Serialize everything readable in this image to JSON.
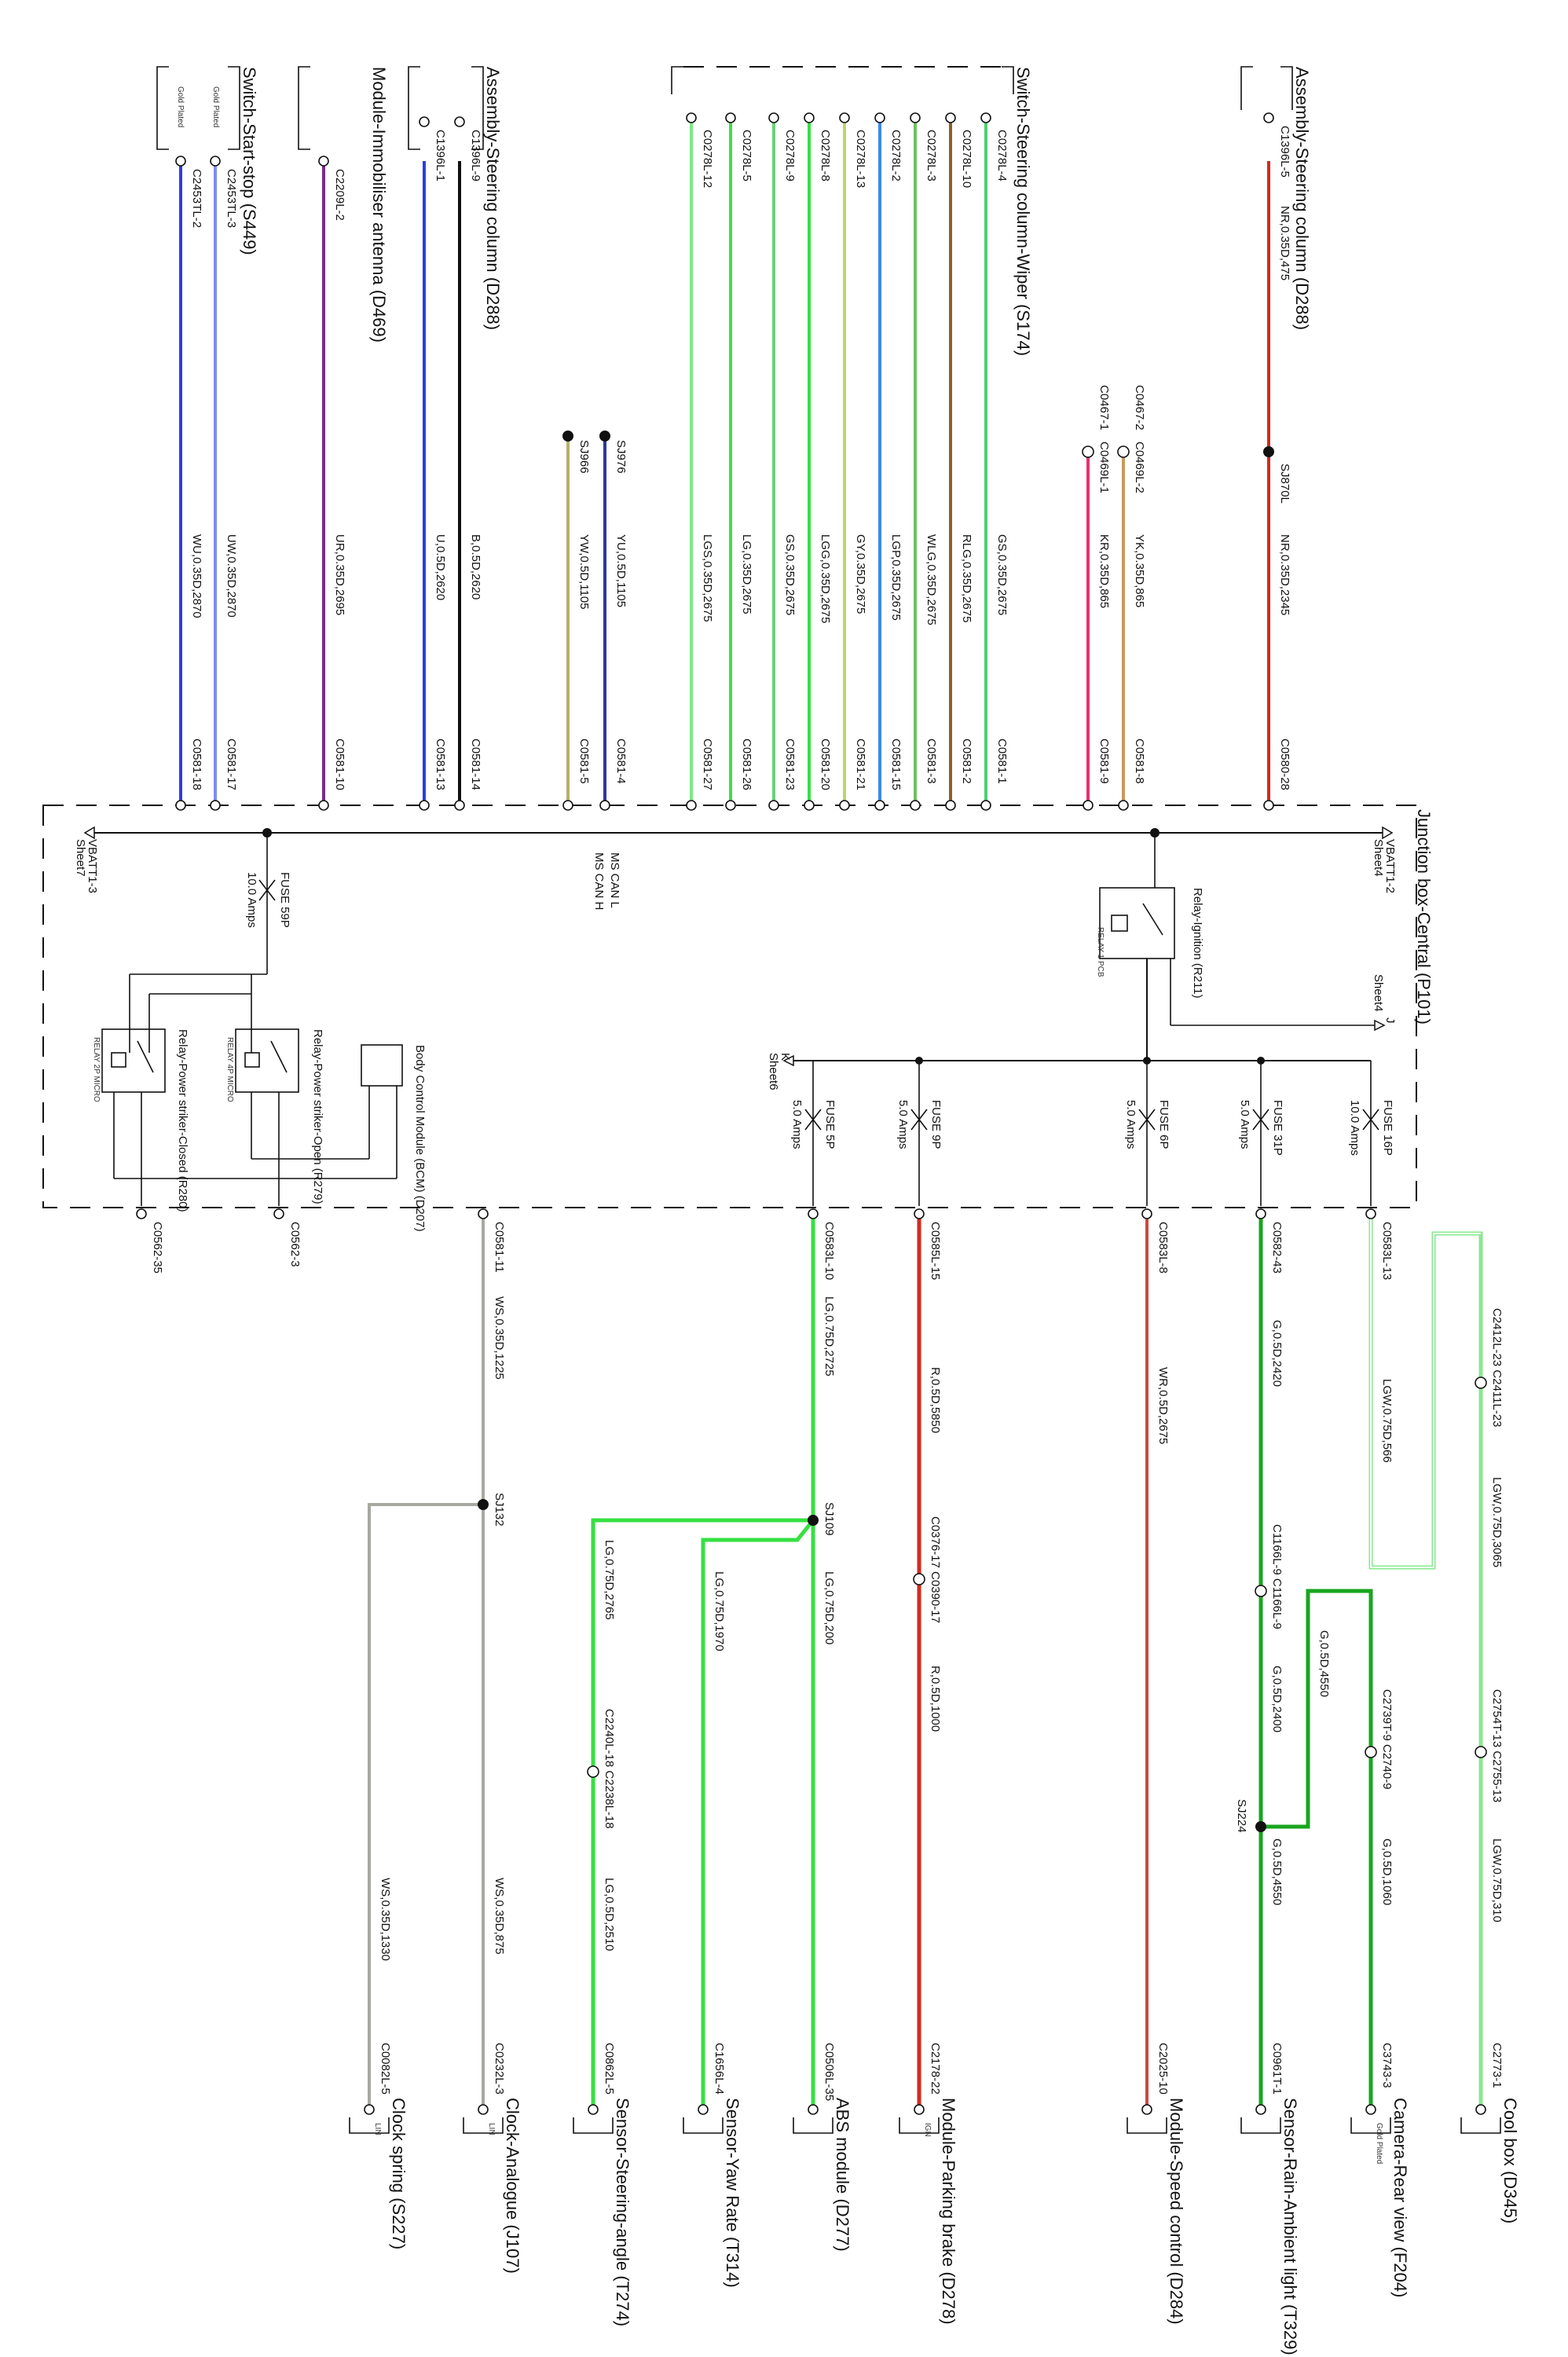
{
  "colors": {
    "red": "#d42a1c",
    "green": "#36e042",
    "dark_green": "#19a51f",
    "light_green": "#8ae88e",
    "blue": "#2f3de0",
    "light_blue": "#7f8ee8",
    "purple": "#7a2a8c",
    "black": "#111111",
    "brown": "#8a6228",
    "tan": "#c79a5e",
    "pink": "#e83070",
    "gray": "#a8a8a0",
    "olive": "#b7b06a"
  },
  "components": {
    "switch_start_stop": {
      "name": "Switch-Start-stop (S449)",
      "note1": "Gold Plated",
      "note2": "Gold Plated"
    },
    "immobiliser": {
      "name": "Module-Immobiliser antenna (D469)"
    },
    "steering_col_left": {
      "name": "Assembly-Steering column (D288)"
    },
    "wiper_switch": {
      "name": "Switch-Steering column-Wiper (S174)"
    },
    "steering_col_right": {
      "name": "Assembly-Steering column (D288)"
    },
    "junction_box": {
      "name": "Junction box-Central (P101)"
    },
    "relay_ignition": {
      "name": "Relay-Ignition (R211)",
      "sub": "RELAY 1 PCB"
    },
    "bcm": {
      "name": "Body Control Module (BCM) (D207)"
    },
    "relay_open": {
      "name": "Relay-Power striker-Open (R279)",
      "sub": "RELAY 4P MICRO"
    },
    "relay_closed": {
      "name": "Relay-Power striker-Closed (R280)",
      "sub": "RELAY 2P MICRO"
    },
    "cool_box": {
      "name": "Cool box (D345)"
    },
    "camera_rear": {
      "name": "Camera-Rear view (F204)",
      "note": "Gold Plated"
    },
    "sensor_rain": {
      "name": "Sensor-Rain-Ambient light (T329)"
    },
    "speed_control": {
      "name": "Module-Speed control (D284)"
    },
    "parking_brake": {
      "name": "Module-Parking brake (D278)",
      "tag": "IGN"
    },
    "abs": {
      "name": "ABS module (D277)"
    },
    "yaw_rate": {
      "name": "Sensor-Yaw Rate (T314)"
    },
    "steering_angle": {
      "name": "Sensor-Steering-angle (T274)"
    },
    "clock_analogue": {
      "name": "Clock-Analogue (J107)",
      "tag": "LIN"
    },
    "clock_spring": {
      "name": "Clock spring (S227)",
      "tag": "LIN"
    }
  },
  "junction": {
    "vbatt_2": "VBATT1-2",
    "vbatt_2_sheet": "Sheet4",
    "vbatt_3": "VBATT1-3",
    "vbatt_3_sheet": "Sheet7",
    "j_label": "J",
    "j_sheet": "Sheet4",
    "k_label": "K",
    "k_sheet": "Sheet6",
    "ms_can_l": "MS CAN L",
    "ms_can_h": "MS CAN H",
    "fuse_59p": "FUSE 59P",
    "fuse_59p_amps": "10.0 Amps",
    "fuse_16p": "FUSE 16P",
    "fuse_16p_amps": "10.0 Amps",
    "fuse_31p": "FUSE 31P",
    "fuse_31p_amps": "5.0 Amps",
    "fuse_6p": "FUSE 6P",
    "fuse_6p_amps": "5.0 Amps",
    "fuse_9p": "FUSE 9P",
    "fuse_9p_amps": "5.0 Amps",
    "fuse_5p": "FUSE 5P",
    "fuse_5p_amps": "5.0 Amps"
  },
  "upper": {
    "ss_pin1": "C2453TL-3",
    "ss_pin2": "C2453TL-2",
    "ss_wire1": "UW,0.35D,2870",
    "ss_wire2": "WU,0.35D,2870",
    "ss_jb1": "C0581-17",
    "ss_jb2": "C0581-18",
    "imm_pin": "C2209L-2",
    "imm_wire": "UR,0.35D,2695",
    "imm_jb": "C0581-10",
    "sc_pin1": "C1396L-9",
    "sc_pin2": "C1396L-1",
    "sc_wire1": "B,0.5D,2620",
    "sc_wire2": "U,0.5D,2620",
    "sc_jb1": "C0581-14",
    "sc_jb2": "C0581-13",
    "sj976": "SJ976",
    "sj966": "SJ966",
    "can_wire1": "YU,0.5D,1105",
    "can_wire2": "YW,0.5D,1105",
    "can_jb1": "C0581-4",
    "can_jb2": "C0581-5",
    "wiper": [
      {
        "pin": "C0278L-4",
        "wire": "GS,0.35D,2675",
        "jb": "C0581-1"
      },
      {
        "pin": "C0278L-10",
        "wire": "RLG,0.35D,2675",
        "jb": "C0581-2"
      },
      {
        "pin": "C0278L-3",
        "wire": "WLG,0.35D,2675",
        "jb": "C0581-3"
      },
      {
        "pin": "C0278L-2",
        "wire": "LGP,0.35D,2675",
        "jb": "C0581-15"
      },
      {
        "pin": "C0278L-13",
        "wire": "GY,0.35D,2675",
        "jb": "C0581-21"
      },
      {
        "pin": "C0278L-8",
        "wire": "LGG,0.35D,2675",
        "jb": "C0581-20"
      },
      {
        "pin": "C0278L-9",
        "wire": "GS,0.35D,2675",
        "jb": "C0581-23"
      },
      {
        "pin": "C0278L-5",
        "wire": "LG,0.35D,2675",
        "jb": "C0581-26"
      },
      {
        "pin": "C0278L-12",
        "wire": "LGS,0.35D,2675",
        "jb": "C0581-27"
      }
    ],
    "c0467_2": "C0467-2",
    "c0467_1": "C0467-1",
    "c0469_2": "C0469L-2",
    "c0469_1": "C0469L-1",
    "yk_wire": "YK,0.35D,865",
    "kr_wire": "KR,0.35D,865",
    "c0581_8": "C0581-8",
    "c0581_9": "C0581-9",
    "scr_pin": "C1396L-5",
    "scr_wire_top": "NR,0.35D,475",
    "sj870": "SJ870L",
    "scr_wire_bot": "NR,0.35D,2345",
    "scr_jb": "C0580-28"
  },
  "lower": {
    "jb_ws": "C0581-11",
    "ws_wire1": "WS,0.35D,1225",
    "sj132": "SJ132",
    "ws_wire2": "WS,0.35D,875",
    "ws_wire3": "WS,0.35D,1330",
    "clock_an_pin": "C0232L-3",
    "clock_sp_pin": "C0082L-5",
    "jb_562_3": "C0562-3",
    "jb_562_35": "C0562-35",
    "abs_jb": "C0583L-10",
    "abs_wire1": "LG,0.75D,2725",
    "sj109": "SJ109",
    "abs_wire2": "LG,0.75D,200",
    "abs_pin": "C0506L-35",
    "yaw_wire": "LG,0.75D,1970",
    "yaw_pin": "C1656L-4",
    "sa_wire1": "LG,0.75D,2765",
    "sa_inline": "C2240L-18 C2238L-18",
    "sa_wire2": "LG,0.5D,2510",
    "sa_pin": "C0862L-5",
    "pb_jb": "C0585L-15",
    "pb_wire1": "R,0.5D,5850",
    "pb_inline": "C0376-17 C0390-17",
    "pb_wire2": "R,0.5D,1000",
    "pb_pin": "C2178-22",
    "spd_jb": "C0583L-8",
    "spd_wire": "WR,0.5D,2675",
    "spd_pin": "C2025-10",
    "rain_jb": "C0582-43",
    "rain_wire1": "G,0.5D,2420",
    "rain_inline": "C1166L-9 C1166L-9",
    "rain_wire2": "G,0.5D,2400",
    "sj224": "SJ224",
    "rain_wire3": "G,0.5D,4550",
    "rain_wire4": "G,0.5D,4550",
    "rain_pin": "C0961T-1",
    "cam_inline": "C2739T-9 C2740-9",
    "cam_wire": "G,0.5D,1060",
    "cam_pin": "C3743-3",
    "cb_jb": "C0583L-13",
    "cb_wire1": "LGW,0.75D,566",
    "cb_inline1": "C2412L-23 C2411L-23",
    "cb_wire2": "LGW,0.75D,3065",
    "cb_inline2": "C2754T-13 C2755-13",
    "cb_wire3": "LGW,0.75D,310",
    "cb_pin": "C2773-1"
  }
}
